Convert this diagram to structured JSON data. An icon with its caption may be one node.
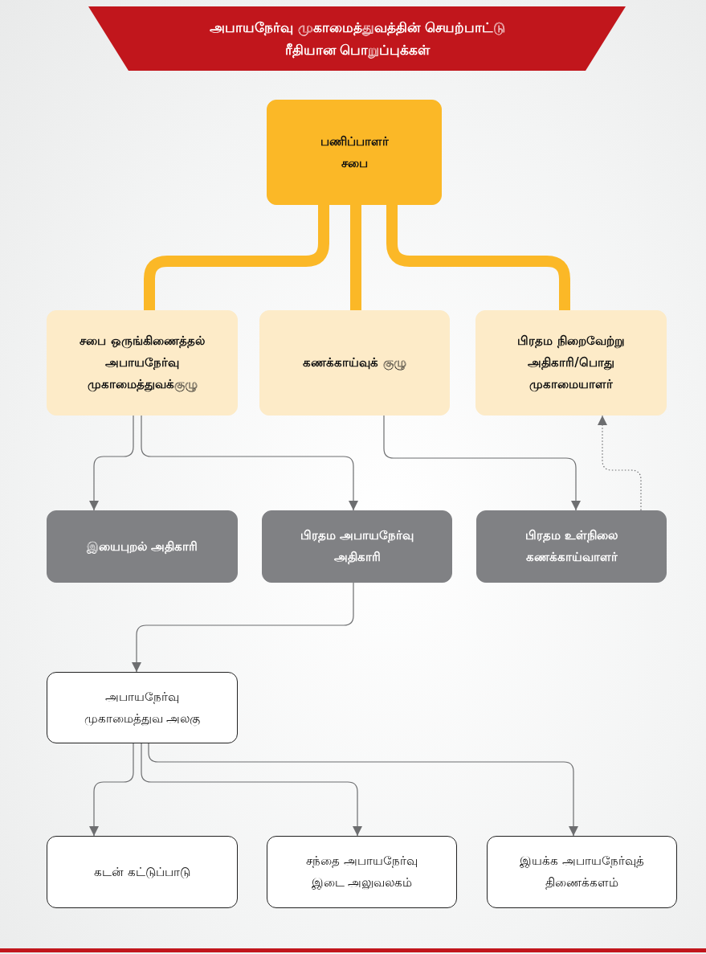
{
  "diagram": {
    "title": "அபாயநேர்வு முகாமைத்துவத்தின் செயற்பாட்டு ரீதியான பொறுப்புக்கள்",
    "nodes": [
      {
        "text": [
          "பணிப்பாளர் சபை"
        ]
      },
      {
        "text": [
          "சபை ஒருங்கிணைத்தல் அபாயநேர்வு முகாமைத்துவக்குழு"
        ]
      },
      {
        "text": [
          "கணக்காய்வுக் குழு"
        ]
      },
      {
        "text": [
          "பிரதம நிறைவேற்று அதிகாரி/பொது முகாமையாளர்"
        ]
      },
      {
        "text": [
          "இயைபுறல் அதிகாரி"
        ]
      },
      {
        "text": [
          "பிரதம அபாயநேர்வு அதிகாரி"
        ]
      },
      {
        "text": [
          "பிரதம உள்நிலை கணக்காய்வாளர்"
        ]
      },
      {
        "text": [
          "அபாயநேர்வு முகாமைத்துவ அலகு"
        ]
      },
      {
        "text": [
          "கடன் கட்டுப்பாடு"
        ]
      },
      {
        "text": [
          "சந்தை அபாயநேர்வு இடை அலுவலகம்"
        ]
      },
      {
        "text": [
          "இயக்க அபாயநேர்வுத் திணைக்களம்"
        ]
      }
    ],
    "edges": [
      {
        "from": 0,
        "to": 1,
        "arrow": "none",
        "style": "thick",
        "color": "#fbb827"
      },
      {
        "from": 0,
        "to": 2,
        "arrow": "none",
        "style": "thick",
        "color": "#fbb827"
      },
      {
        "from": 0,
        "to": 3,
        "arrow": "none",
        "style": "thick",
        "color": "#fbb827"
      },
      {
        "from": 1,
        "to": 4,
        "arrow": "to"
      },
      {
        "from": 1,
        "to": 5,
        "arrow": "to"
      },
      {
        "from": 2,
        "to": 6,
        "arrow": "to"
      },
      {
        "from": 6,
        "to": 3,
        "arrow": "to",
        "style": "dashed"
      },
      {
        "from": 5,
        "to": 7,
        "arrow": "to"
      },
      {
        "from": 7,
        "to": 8,
        "arrow": "to"
      },
      {
        "from": 7,
        "to": 9,
        "arrow": "to"
      },
      {
        "from": 7,
        "to": 10,
        "arrow": "to"
      }
    ]
  }
}
